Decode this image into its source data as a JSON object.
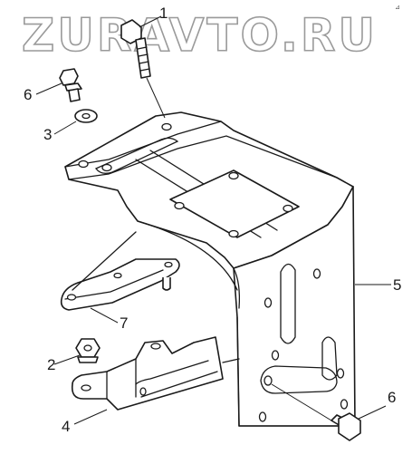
{
  "watermark": {
    "text": "ZURAVTO.RU"
  },
  "corner_mark": {
    "text": "⊿"
  },
  "callouts": [
    {
      "id": "1",
      "text": "1"
    },
    {
      "id": "2",
      "text": "2"
    },
    {
      "id": "3",
      "text": "3"
    },
    {
      "id": "4",
      "text": "4"
    },
    {
      "id": "5",
      "text": "5"
    },
    {
      "id": "6a",
      "text": "6"
    },
    {
      "id": "6b",
      "text": "6"
    },
    {
      "id": "7",
      "text": "7"
    }
  ]
}
